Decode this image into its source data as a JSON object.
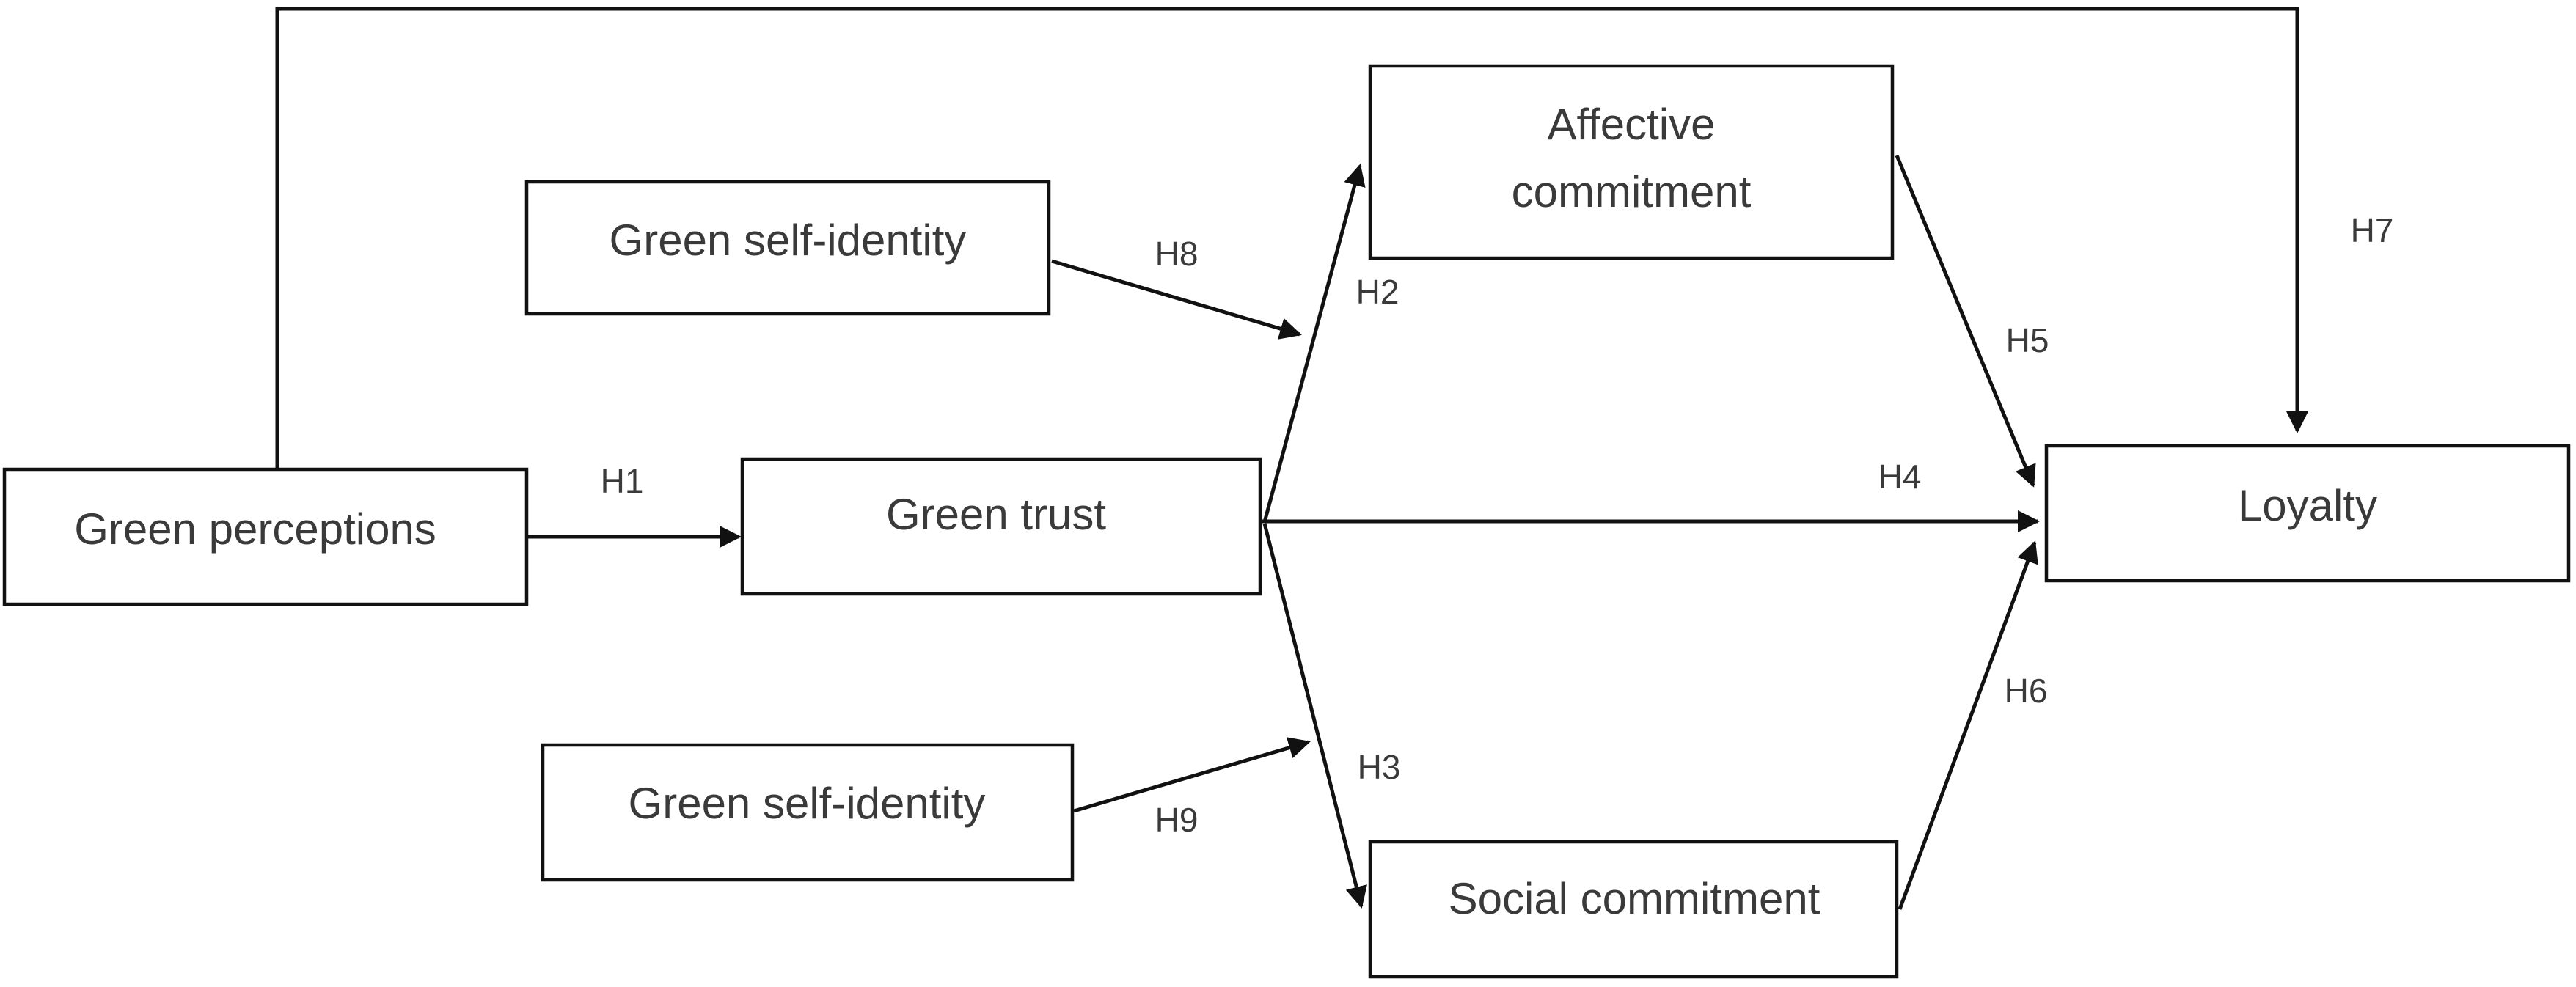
{
  "diagram": {
    "nodes": {
      "green_perceptions": "Green perceptions",
      "green_trust": "Green trust",
      "green_self_identity_top": "Green self-identity",
      "green_self_identity_bottom": "Green self-identity",
      "affective_commitment_line1": "Affective",
      "affective_commitment_line2": "commitment",
      "social_commitment": "Social commitment",
      "loyalty": "Loyalty"
    },
    "hypotheses": {
      "h1": "H1",
      "h2": "H2",
      "h3": "H3",
      "h4": "H4",
      "h5": "H5",
      "h6": "H6",
      "h7": "H7",
      "h8": "H8",
      "h9": "H9"
    },
    "edges": [
      {
        "from": "Green perceptions",
        "to": "Green trust",
        "label": "H1"
      },
      {
        "from": "Green trust",
        "to": "Affective commitment",
        "label": "H2"
      },
      {
        "from": "Green trust",
        "to": "Social commitment",
        "label": "H3"
      },
      {
        "from": "Green trust",
        "to": "Loyalty",
        "label": "H4"
      },
      {
        "from": "Affective commitment",
        "to": "Loyalty",
        "label": "H5"
      },
      {
        "from": "Social commitment",
        "to": "Loyalty",
        "label": "H6"
      },
      {
        "from": "Green perceptions",
        "to": "Loyalty",
        "label": "H7"
      },
      {
        "from": "Green self-identity",
        "to": "H2 path",
        "label": "H8"
      },
      {
        "from": "Green self-identity",
        "to": "H3 path",
        "label": "H9"
      }
    ]
  }
}
